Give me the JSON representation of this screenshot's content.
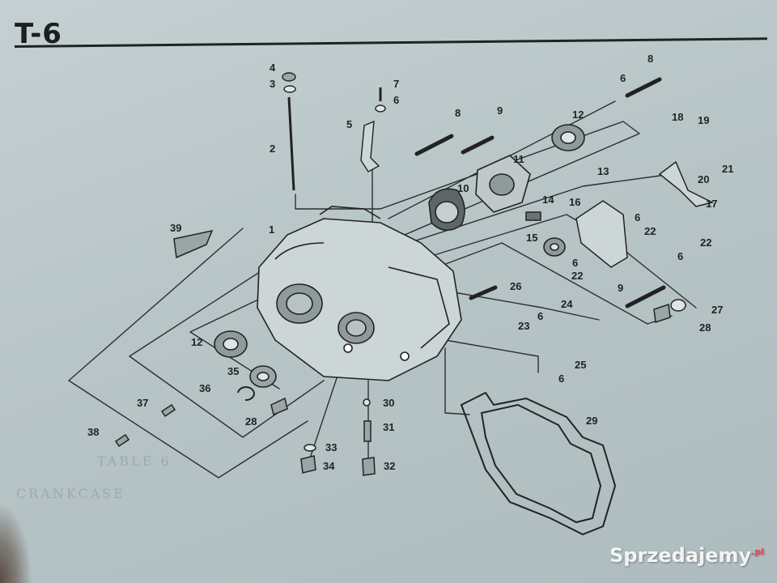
{
  "plate": {
    "title": "T-6"
  },
  "callouts": [
    {
      "id": "c-4a",
      "text": "4"
    },
    {
      "id": "c-3",
      "text": "3"
    },
    {
      "id": "c-2",
      "text": "2"
    },
    {
      "id": "c-1",
      "text": "1"
    },
    {
      "id": "c-39",
      "text": "39"
    },
    {
      "id": "c-7",
      "text": "7"
    },
    {
      "id": "c-6a",
      "text": "6"
    },
    {
      "id": "c-5",
      "text": "5"
    },
    {
      "id": "c-8a",
      "text": "8"
    },
    {
      "id": "c-9a",
      "text": "9"
    },
    {
      "id": "c-12a",
      "text": "12"
    },
    {
      "id": "c-11",
      "text": "11"
    },
    {
      "id": "c-13",
      "text": "13"
    },
    {
      "id": "c-10",
      "text": "10"
    },
    {
      "id": "c-8b",
      "text": "8"
    },
    {
      "id": "c-6b",
      "text": "6"
    },
    {
      "id": "c-18",
      "text": "18"
    },
    {
      "id": "c-19",
      "text": "19"
    },
    {
      "id": "c-21",
      "text": "21"
    },
    {
      "id": "c-20",
      "text": "20"
    },
    {
      "id": "c-17",
      "text": "17"
    },
    {
      "id": "c-14",
      "text": "14"
    },
    {
      "id": "c-16",
      "text": "16"
    },
    {
      "id": "c-6c",
      "text": "6"
    },
    {
      "id": "c-22a",
      "text": "22"
    },
    {
      "id": "c-22b",
      "text": "22"
    },
    {
      "id": "c-15",
      "text": "15"
    },
    {
      "id": "c-6d",
      "text": "6"
    },
    {
      "id": "c-22c",
      "text": "22"
    },
    {
      "id": "c-6e",
      "text": "6"
    },
    {
      "id": "c-26",
      "text": "26"
    },
    {
      "id": "c-9b",
      "text": "9"
    },
    {
      "id": "c-27",
      "text": "27"
    },
    {
      "id": "c-28a",
      "text": "28"
    },
    {
      "id": "c-24",
      "text": "24"
    },
    {
      "id": "c-6f",
      "text": "6"
    },
    {
      "id": "c-23",
      "text": "23"
    },
    {
      "id": "c-25",
      "text": "25"
    },
    {
      "id": "c-6g",
      "text": "6"
    },
    {
      "id": "c-12b",
      "text": "12"
    },
    {
      "id": "c-35",
      "text": "35"
    },
    {
      "id": "c-36",
      "text": "36"
    },
    {
      "id": "c-37",
      "text": "37"
    },
    {
      "id": "c-28b",
      "text": "28"
    },
    {
      "id": "c-38",
      "text": "38"
    },
    {
      "id": "c-30",
      "text": "30"
    },
    {
      "id": "c-31",
      "text": "31"
    },
    {
      "id": "c-33",
      "text": "33"
    },
    {
      "id": "c-34",
      "text": "34"
    },
    {
      "id": "c-32",
      "text": "32"
    },
    {
      "id": "c-29",
      "text": "29"
    }
  ],
  "watermark": {
    "brand": "Sprzedajemy",
    "tld": ".pl"
  },
  "colors": {
    "paper": "#b9c6c8",
    "ink": "#1e2225"
  }
}
